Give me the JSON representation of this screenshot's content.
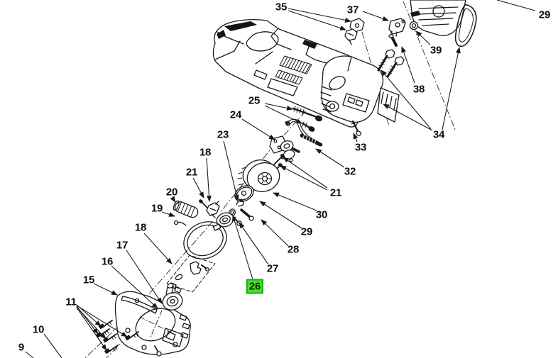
{
  "diagram": {
    "type": "exploded-parts-diagram",
    "description": "chainsaw exploded parts view with numbered callouts",
    "ink_color": "#1a1a1a",
    "background_color": "#ffffff",
    "highlight": {
      "label": "26",
      "fill": "#50d72e",
      "border": "#0fb50f"
    },
    "labels": [
      {
        "id": "35",
        "text": "35"
      },
      {
        "id": "37",
        "text": "37"
      },
      {
        "id": "29-top",
        "text": "29"
      },
      {
        "id": "39",
        "text": "39"
      },
      {
        "id": "38",
        "text": "38"
      },
      {
        "id": "25",
        "text": "25"
      },
      {
        "id": "24",
        "text": "24"
      },
      {
        "id": "34",
        "text": "34"
      },
      {
        "id": "23",
        "text": "23"
      },
      {
        "id": "33",
        "text": "33"
      },
      {
        "id": "18-upper",
        "text": "18"
      },
      {
        "id": "32",
        "text": "32"
      },
      {
        "id": "21-left",
        "text": "21"
      },
      {
        "id": "21-right",
        "text": "21"
      },
      {
        "id": "20",
        "text": "20"
      },
      {
        "id": "19",
        "text": "19"
      },
      {
        "id": "30",
        "text": "30"
      },
      {
        "id": "18-lower",
        "text": "18"
      },
      {
        "id": "29-mid",
        "text": "29"
      },
      {
        "id": "17",
        "text": "17"
      },
      {
        "id": "28",
        "text": "28"
      },
      {
        "id": "16",
        "text": "16"
      },
      {
        "id": "27",
        "text": "27"
      },
      {
        "id": "15",
        "text": "15"
      },
      {
        "id": "26",
        "text": "26",
        "highlighted": true
      },
      {
        "id": "11",
        "text": "11"
      },
      {
        "id": "10",
        "text": "10"
      },
      {
        "id": "9",
        "text": "9"
      }
    ]
  }
}
